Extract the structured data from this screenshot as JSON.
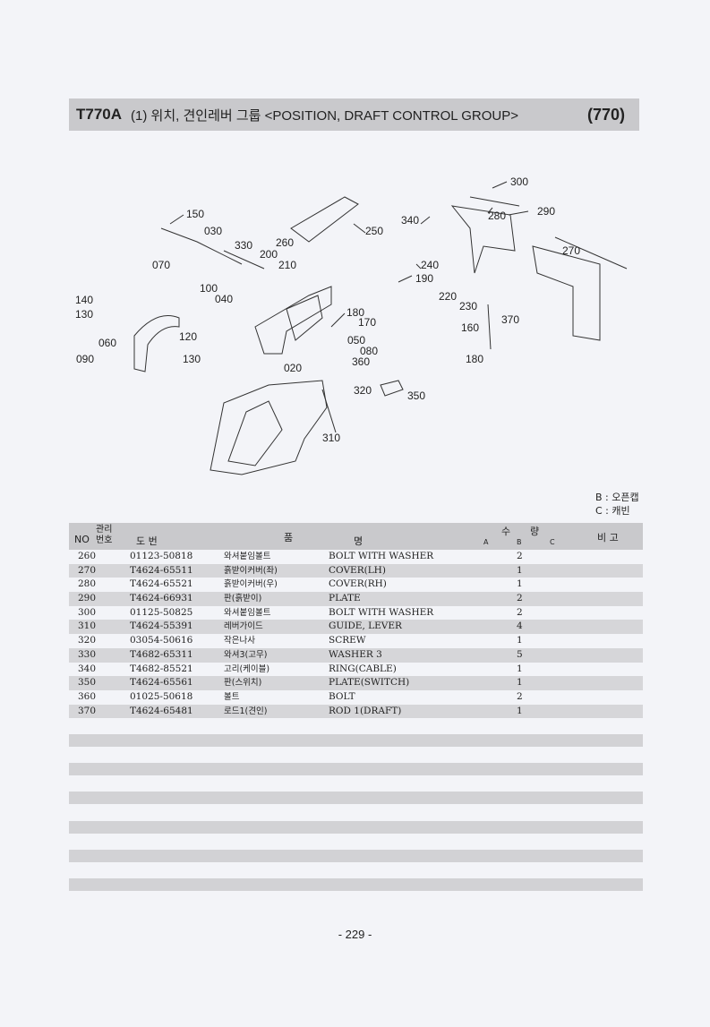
{
  "header": {
    "code": "T770A",
    "title": "(1) 위치, 견인레버 그룹 <POSITION, DRAFT CONTROL GROUP>",
    "page_code": "(770)"
  },
  "legend": {
    "b": "B : 오픈캡",
    "c": "C : 캐빈"
  },
  "table": {
    "headers": {
      "no": "NO",
      "mgmt": "관리번호",
      "drawing": "도 번",
      "name1": "품",
      "name2": "명",
      "qty1": "수",
      "qty2": "량",
      "a": "A",
      "b": "B",
      "c": "C",
      "remarks": "비 고"
    },
    "rows": [
      {
        "no": "260",
        "part": "01123-50818",
        "kr": "와셔붙임볼트",
        "en": "BOLT WITH WASHER",
        "qty": "2"
      },
      {
        "no": "270",
        "part": "T4624-65511",
        "kr": "흙받이커버(좌)",
        "en": "COVER(LH)",
        "qty": "1"
      },
      {
        "no": "280",
        "part": "T4624-65521",
        "kr": "흙받이커버(우)",
        "en": "COVER(RH)",
        "qty": "1"
      },
      {
        "no": "290",
        "part": "T4624-66931",
        "kr": "판(흙받이)",
        "en": "PLATE",
        "qty": "2"
      },
      {
        "no": "300",
        "part": "01125-50825",
        "kr": "와셔붙임볼트",
        "en": "BOLT WITH WASHER",
        "qty": "2"
      },
      {
        "no": "310",
        "part": "T4624-55391",
        "kr": "레버가이드",
        "en": "GUIDE, LEVER",
        "qty": "4"
      },
      {
        "no": "320",
        "part": "03054-50616",
        "kr": "작은나사",
        "en": "SCREW",
        "qty": "1"
      },
      {
        "no": "330",
        "part": "T4682-65311",
        "kr": "와셔3(고무)",
        "en": "WASHER 3",
        "qty": "5"
      },
      {
        "no": "340",
        "part": "T4682-85521",
        "kr": "고리(케이블)",
        "en": "RING(CABLE)",
        "qty": "1"
      },
      {
        "no": "350",
        "part": "T4624-65561",
        "kr": "판(스위치)",
        "en": "PLATE(SWITCH)",
        "qty": "1"
      },
      {
        "no": "360",
        "part": "01025-50618",
        "kr": "볼트",
        "en": "BOLT",
        "qty": "2"
      },
      {
        "no": "370",
        "part": "T4624-65481",
        "kr": "로드1(견인)",
        "en": "ROD 1(DRAFT)",
        "qty": "1"
      }
    ]
  },
  "diagram_labels": [
    "300",
    "290",
    "280",
    "340",
    "250",
    "150",
    "030",
    "330",
    "260",
    "200",
    "210",
    "070",
    "240",
    "190",
    "100",
    "040",
    "220",
    "230",
    "140",
    "130",
    "180",
    "170",
    "160",
    "370",
    "060",
    "120",
    "050",
    "080",
    "090",
    "130",
    "020",
    "360",
    "180",
    "320",
    "350",
    "310",
    "270"
  ],
  "page_number": "- 229 -"
}
